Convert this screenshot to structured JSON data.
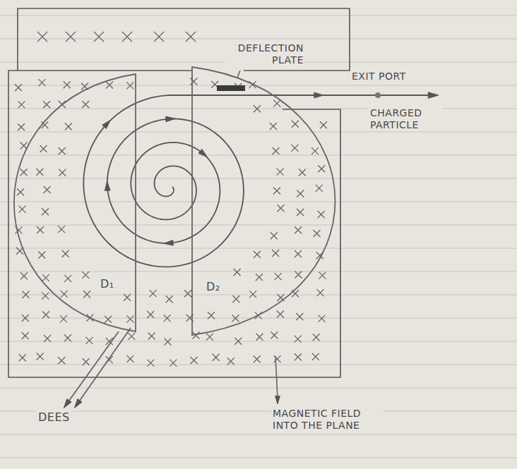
{
  "diagram": {
    "nodes": [
      {
        "text": [
          "D₁"
        ]
      },
      {
        "text": [
          "D₂"
        ]
      }
    ],
    "labels": [
      "DEFLECTION PLATE",
      "EXIT PORT",
      "CHARGED PARTICLE",
      "DEES",
      "MAGNETIC FIELD INTO THE PLANE"
    ]
  }
}
